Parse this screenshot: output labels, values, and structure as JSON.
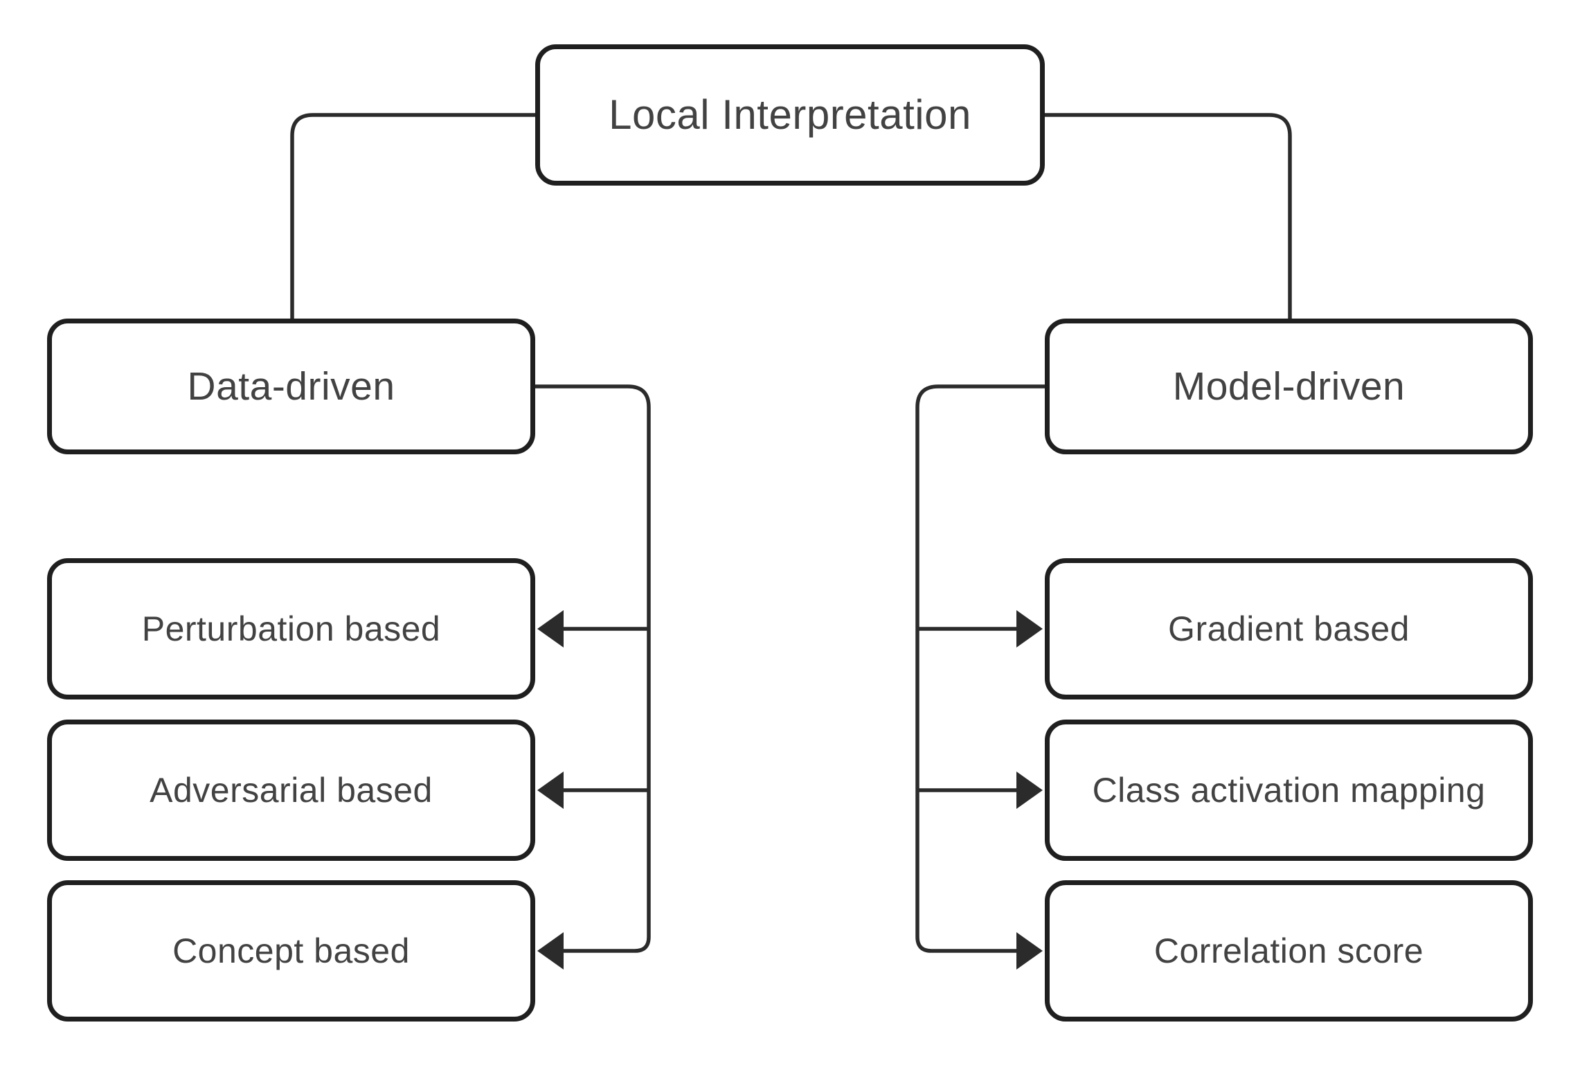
{
  "diagram": {
    "colors": {
      "background": "#ffffff",
      "line": "#2b2b2b",
      "box_border": "#1f1f1f",
      "text": "#424242"
    },
    "root": {
      "label": "Local Interpretation"
    },
    "branches": [
      {
        "label": "Data-driven",
        "side": "left",
        "children": [
          "Perturbation based",
          "Adversarial based",
          "Concept based"
        ]
      },
      {
        "label": "Model-driven",
        "side": "right",
        "children": [
          "Gradient based",
          "Class activation mapping",
          "Correlation score"
        ]
      }
    ]
  }
}
